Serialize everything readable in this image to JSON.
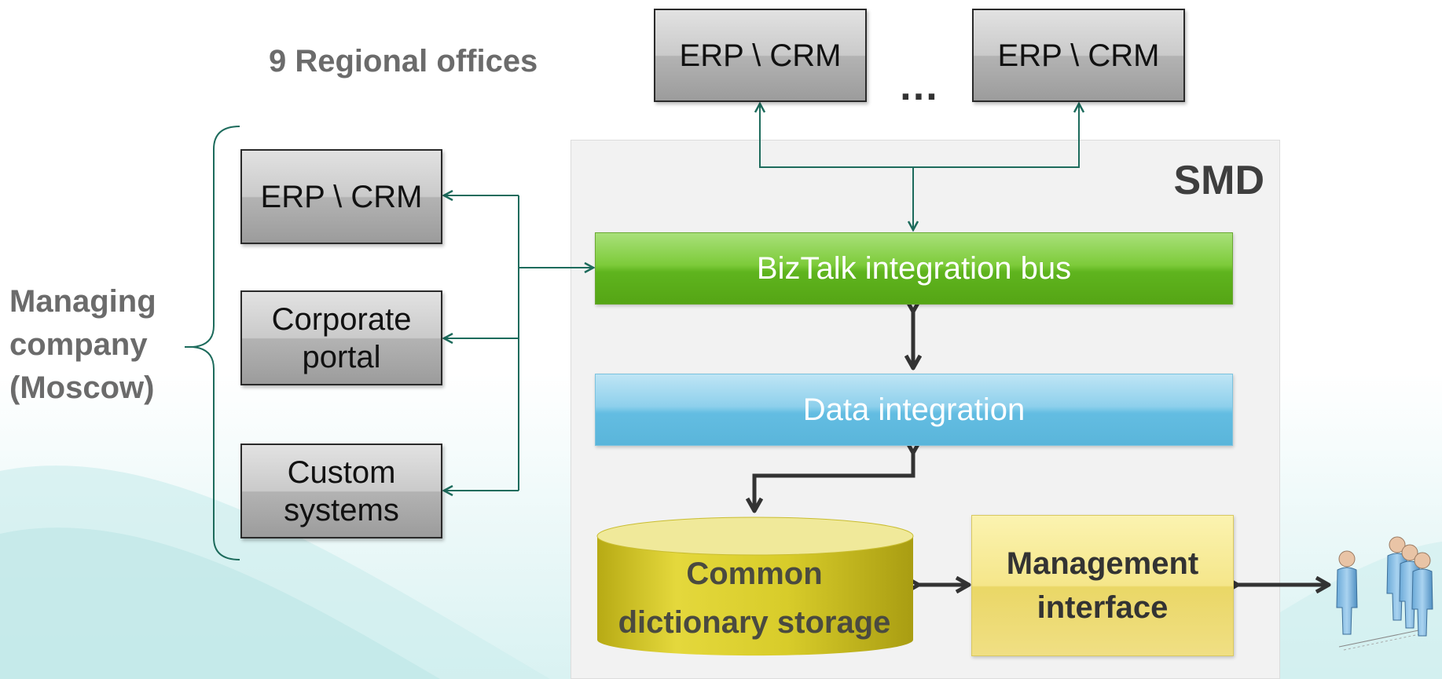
{
  "regional": {
    "label": "9 Regional offices",
    "box_1": "ERP \\ CRM",
    "box_2": "ERP \\ CRM",
    "ellipsis": "…"
  },
  "managing": {
    "label_lines": [
      "Managing",
      "company",
      "(Moscow)"
    ],
    "erp_box": "ERP \\ CRM",
    "portal_lines": [
      "Corporate",
      "portal"
    ],
    "custom_lines": [
      "Custom",
      "systems"
    ]
  },
  "smd": {
    "title": "SMD",
    "biztalk": "BizTalk integration bus",
    "data_integration": "Data integration",
    "storage_lines": [
      "Common",
      "dictionary storage"
    ],
    "management_lines": [
      "Management",
      "interface"
    ]
  },
  "colors": {
    "connector_teal": "#1d6b5c",
    "connector_dark": "#333333",
    "biztalk_green": "#7dcb3a",
    "data_blue": "#8ed0ec",
    "storage_yellow": "#d8cc2a",
    "management_yellow": "#f5e68a"
  },
  "icons": {
    "users": "people-group-icon",
    "storage": "database-cylinder-icon"
  }
}
